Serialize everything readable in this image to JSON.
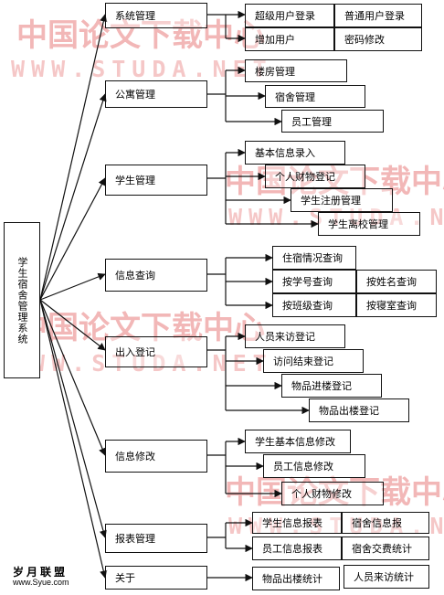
{
  "watermark": {
    "cn": "中国论文下载中心",
    "url": "WWW.STUDA.NET"
  },
  "root": "学生宿舍管理系统",
  "modules": [
    {
      "label": "系统管理",
      "children": [
        "超级用户登录",
        "普通用户登录",
        "增加用户",
        "密码修改"
      ]
    },
    {
      "label": "公寓管理",
      "children": [
        "楼房管理",
        "宿舍管理",
        "员工管理"
      ]
    },
    {
      "label": "学生管理",
      "children": [
        "基本信息录入",
        "个人财物登记",
        "学生注册管理",
        "学生离校管理"
      ]
    },
    {
      "label": "信息查询",
      "children": [
        "住宿情况查询",
        "按学号查询",
        "按姓名查询",
        "按班级查询",
        "按寝室查询"
      ]
    },
    {
      "label": "出入登记",
      "children": [
        "人员来访登记",
        "访问结束登记",
        "物品进楼登记",
        "物品出楼登记"
      ]
    },
    {
      "label": "信息修改",
      "children": [
        "学生基本信息修改",
        "员工信息修改",
        "个人财物修改"
      ]
    },
    {
      "label": "报表管理",
      "children": [
        "学生信息报表",
        "宿舍信息报",
        "员工信息报表",
        "宿舍交费统计",
        "物品出楼统计",
        "人员来访统计"
      ]
    },
    {
      "label": "关于",
      "children": []
    }
  ],
  "logo": {
    "cn": "岁月联盟",
    "url": "www.Syue.com"
  }
}
